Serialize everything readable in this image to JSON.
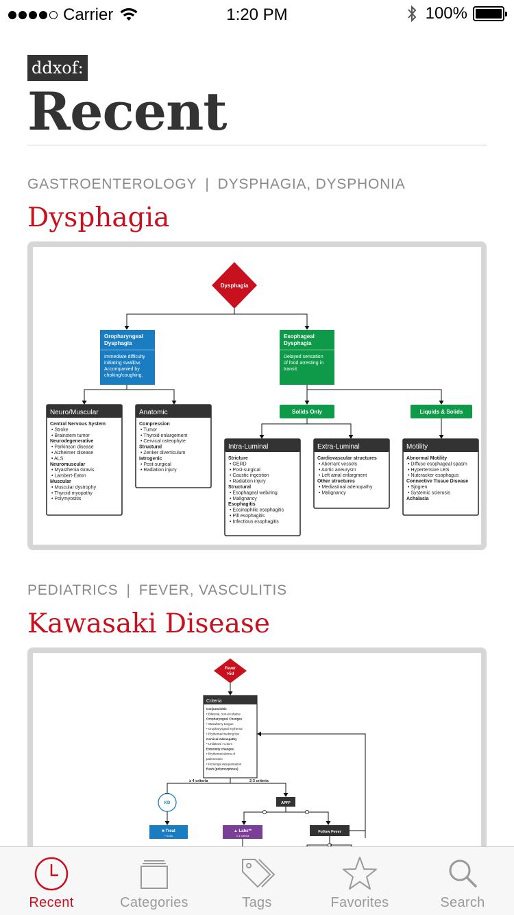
{
  "status_bar": {
    "carrier": "Carrier",
    "time": "1:20 PM",
    "battery_text": "100%",
    "battery_level": 1.0
  },
  "header": {
    "brand": "ddxof:",
    "title": "Recent"
  },
  "entries": [
    {
      "category": "GASTROENTEROLOGY",
      "separator": "|",
      "tags": "DYSPHAGIA, DYSPHONIA",
      "title": "Dysphagia",
      "diagram": {
        "root": "Dysphagia",
        "oro": {
          "title1": "Oropharyngeal",
          "title2": "Dysphagia",
          "desc": [
            "Immediate difficulty",
            "initiating swallow.",
            "Accompanied by",
            "choking/coughing."
          ]
        },
        "eso": {
          "title1": "Esophageal",
          "title2": "Dysphagia",
          "desc": [
            "Delayed sensation",
            "of food arresting in",
            "transit."
          ]
        },
        "solids": "Solids Only",
        "liquids": "Liquids & Solids",
        "neuro": {
          "header": "Neuro/Muscular",
          "lines": [
            {
              "t": "Central Nervous System",
              "b": true
            },
            {
              "t": "• Stroke"
            },
            {
              "t": "• Brainstem tumor"
            },
            {
              "t": "Neurodegenerative",
              "b": true
            },
            {
              "t": "• Parkinson disease"
            },
            {
              "t": "• Alzheimer disease"
            },
            {
              "t": "• ALS"
            },
            {
              "t": "Neuromuscular",
              "b": true
            },
            {
              "t": "• Myasthenia Gravis"
            },
            {
              "t": "• Lambert-Eaton"
            },
            {
              "t": "Muscular",
              "b": true
            },
            {
              "t": "• Muscular dystrophy"
            },
            {
              "t": "• Thyroid myopathy"
            },
            {
              "t": "• Polymyositis"
            }
          ]
        },
        "anatomic": {
          "header": "Anatomic",
          "lines": [
            {
              "t": "Compression",
              "b": true
            },
            {
              "t": "• Tumor"
            },
            {
              "t": "• Thyroid enlargement"
            },
            {
              "t": "• Cervical osteophyte"
            },
            {
              "t": "Structural",
              "b": true
            },
            {
              "t": "• Zenker diverticulum"
            },
            {
              "t": "Iatrogenic",
              "b": true
            },
            {
              "t": "• Post-surgical"
            },
            {
              "t": "• Radiation injury"
            }
          ]
        },
        "intra": {
          "header": "Intra-Luminal",
          "lines": [
            {
              "t": "Stricture",
              "b": true
            },
            {
              "t": "• GERD"
            },
            {
              "t": "• Post-surgical"
            },
            {
              "t": "• Caustic ingestion"
            },
            {
              "t": "• Radiation injury"
            },
            {
              "t": "Structural",
              "b": true
            },
            {
              "t": "• Esophageal web/ring"
            },
            {
              "t": "• Malignancy"
            },
            {
              "t": "Esophagitis",
              "b": true
            },
            {
              "t": "• Eosinophilic esophagitis"
            },
            {
              "t": "• Pill esophagitis"
            },
            {
              "t": "• Infectious esophagitis"
            }
          ]
        },
        "extra": {
          "header": "Extra-Luminal",
          "lines": [
            {
              "t": "Cardiovascular structures",
              "b": true
            },
            {
              "t": "• Aberrant vessels"
            },
            {
              "t": "• Aortic aneurysm"
            },
            {
              "t": "• Left atrial enlargment"
            },
            {
              "t": "Other structures",
              "b": true
            },
            {
              "t": "• Mediastinal adenopathy"
            },
            {
              "t": "• Malignancy"
            }
          ]
        },
        "motility": {
          "header": "Motility",
          "lines": [
            {
              "t": "Abnormal Motility",
              "b": true
            },
            {
              "t": "• Diffuse esophageal spasm"
            },
            {
              "t": "• Hypertensive LES"
            },
            {
              "t": "• Nutcracker esophagus"
            },
            {
              "t": "Connective Tissue Disease",
              "b": true
            },
            {
              "t": "• Sjögren"
            },
            {
              "t": "• Systemic sclerosis"
            },
            {
              "t": "Achalasia",
              "b": true
            }
          ]
        }
      }
    },
    {
      "category": "PEDIATRICS",
      "separator": "|",
      "tags": "FEVER, VASCULITIS",
      "title": "Kawasaki Disease",
      "diagram": {
        "root1": "Fever",
        "root2": ">5d",
        "criteria": {
          "header": "Criteria",
          "lines": [
            {
              "t": "Conjunctivitis",
              "b": true
            },
            {
              "t": "• Bilateral, non-exudative"
            },
            {
              "t": "Oropharyngeal Changes",
              "b": true
            },
            {
              "t": "• Strawberry tongue"
            },
            {
              "t": "• Oropharyngeal erythema"
            },
            {
              "t": "• Erythema/cracking lips"
            },
            {
              "t": "Cervical Adenopathy",
              "b": true
            },
            {
              "t": "• Unilateral >1.5cm"
            },
            {
              "t": "Extremity changes",
              "b": true
            },
            {
              "t": "• Erythema/edema of"
            },
            {
              "t": "   palms/soles"
            },
            {
              "t": "• Periungal desquamation"
            },
            {
              "t": "Rash (polymorphous)",
              "b": true
            }
          ]
        },
        "crit4": "≥ 4 criteria",
        "crit23": "2-3 criteria",
        "kd": "KD",
        "apr": "APR*",
        "treat": "Treat",
        "treat_sub": "+ Echo",
        "labs": "Labs**",
        "labs_sub": "≥ 3 criteria",
        "follow": "Follow Fever"
      }
    }
  ],
  "tabs": [
    {
      "label": "Recent",
      "icon": "clock-icon",
      "active": true
    },
    {
      "label": "Categories",
      "icon": "stack-icon",
      "active": false
    },
    {
      "label": "Tags",
      "icon": "tags-icon",
      "active": false
    },
    {
      "label": "Favorites",
      "icon": "star-icon",
      "active": false
    },
    {
      "label": "Search",
      "icon": "search-icon",
      "active": false
    }
  ],
  "colors": {
    "accent": "#c8101e",
    "blue": "#1a7cc1",
    "green": "#0f9a4a",
    "dark": "#333333",
    "purple": "#7b3f98"
  }
}
